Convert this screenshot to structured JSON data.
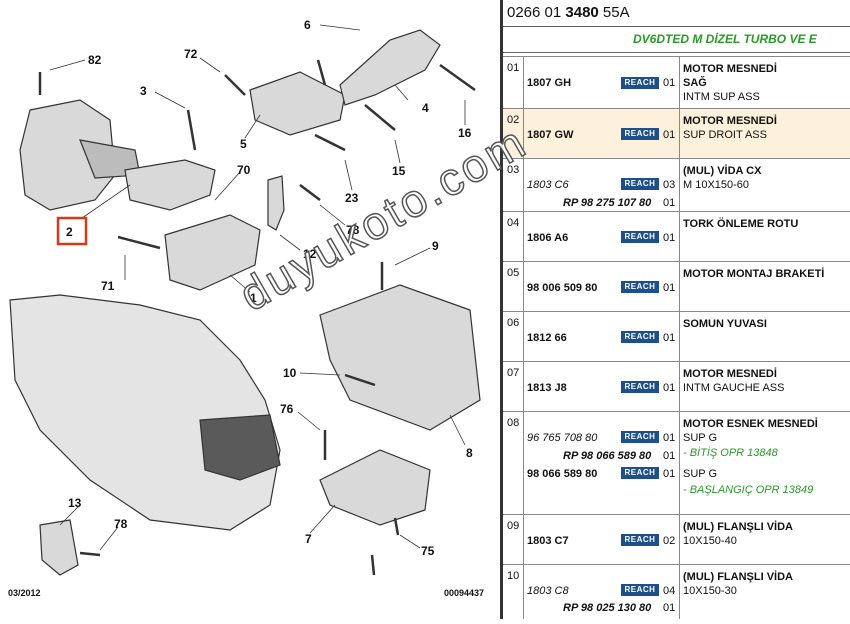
{
  "header": {
    "ref_prefix": "0266 01 ",
    "ref_bold": "3480",
    "ref_suffix": " 55A"
  },
  "subheader": "DV6DTED M DİZEL TURBO VE E",
  "reach_label": "REACH",
  "rows": [
    {
      "num": "01",
      "refs": [
        "1807 GH"
      ],
      "qtys": [
        "01"
      ],
      "desc": [
        "MOTOR MESNEDİ",
        "SAĞ",
        "INTM SUP ASS"
      ]
    },
    {
      "num": "02",
      "refs": [
        "1807 GW"
      ],
      "qtys": [
        "01"
      ],
      "desc": [
        "MOTOR MESNEDİ",
        "SUP DROIT ASS"
      ]
    },
    {
      "num": "03",
      "refs": [
        "1803 C6",
        "RP 98 275 107 80"
      ],
      "qtys": [
        "03",
        "01"
      ],
      "desc": [
        "(MUL) VİDA CX",
        "M 10X150-60"
      ]
    },
    {
      "num": "04",
      "refs": [
        "1806 A6"
      ],
      "qtys": [
        "01"
      ],
      "desc": [
        "TORK ÖNLEME ROTU"
      ]
    },
    {
      "num": "05",
      "refs": [
        "98 006 509 80"
      ],
      "qtys": [
        "01"
      ],
      "desc": [
        "MOTOR MONTAJ BRAKETİ"
      ]
    },
    {
      "num": "06",
      "refs": [
        "1812 66"
      ],
      "qtys": [
        "01"
      ],
      "desc": [
        "SOMUN YUVASI"
      ]
    },
    {
      "num": "07",
      "refs": [
        "1813 J8"
      ],
      "qtys": [
        "01"
      ],
      "desc": [
        "MOTOR MESNEDİ",
        "INTM GAUCHE ASS"
      ]
    },
    {
      "num": "08",
      "refs": [
        "96 765 708 80",
        "RP 98 066 589 80",
        "98 066 589 80"
      ],
      "qtys": [
        "01",
        "01",
        "01"
      ],
      "desc": [
        "MOTOR ESNEK MESNEDİ",
        "SUP G",
        "- BİTİŞ OPR 13848",
        "SUP G",
        "- BAŞLANGIÇ OPR 13849"
      ]
    },
    {
      "num": "09",
      "refs": [
        "1803 C7"
      ],
      "qtys": [
        "02"
      ],
      "desc": [
        "(MUL) FLANŞLI VİDA",
        "10X150-40"
      ]
    },
    {
      "num": "10",
      "refs": [
        "1803 C8",
        "RP 98 025 130 80"
      ],
      "qtys": [
        "04",
        "01"
      ],
      "desc": [
        "(MUL) FLANŞLI VİDA",
        "10X150-30"
      ]
    }
  ],
  "callouts": [
    "82",
    "72",
    "6",
    "3",
    "4",
    "5",
    "16",
    "70",
    "23",
    "15",
    "2",
    "78",
    "12",
    "71",
    "1",
    "9",
    "10",
    "76",
    "8",
    "13",
    "78",
    "7",
    "75"
  ],
  "footer_date": "03/2012",
  "footer_code": "00094437",
  "watermark": "duyukoto.com",
  "colors": {
    "reach": "#1d4f8a",
    "green_text": "#2a9a2a",
    "selected_row": "#fdf1dc",
    "highlight_box": "#d23a1a"
  }
}
